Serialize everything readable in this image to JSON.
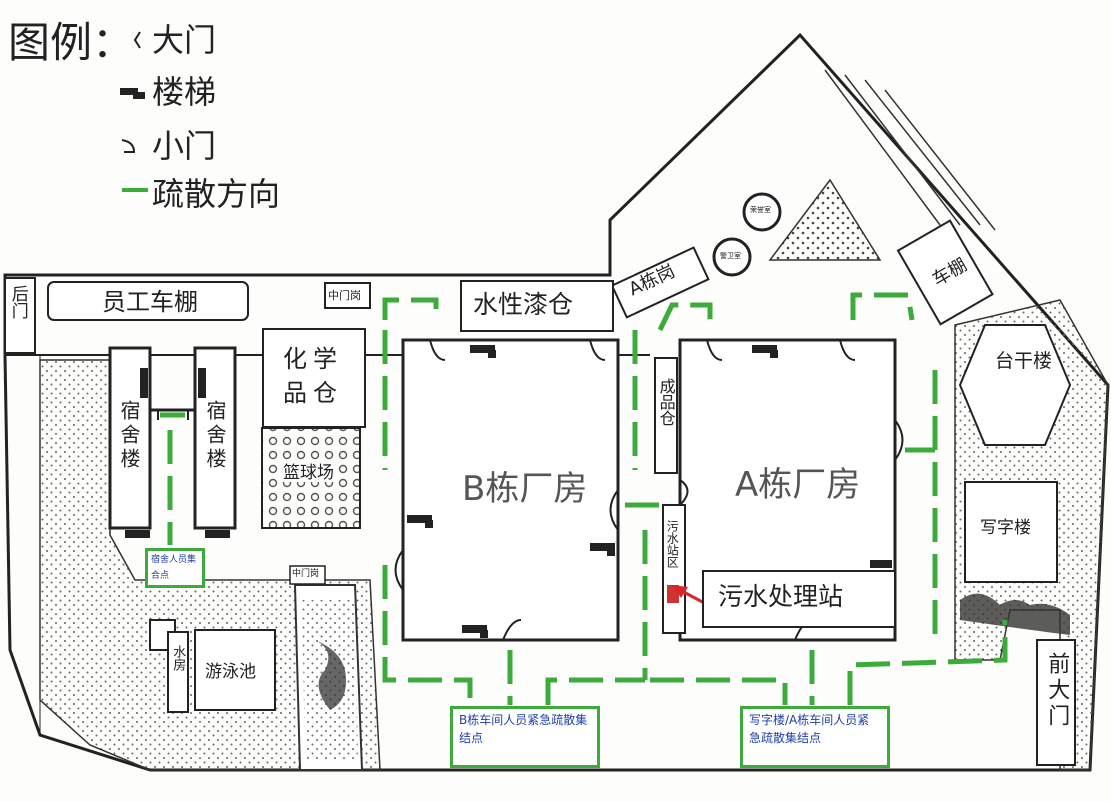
{
  "legend": {
    "title": "图例：",
    "items": [
      {
        "icon": "main-gate-icon",
        "label": "大门"
      },
      {
        "icon": "stairs-icon",
        "label": "楼梯"
      },
      {
        "icon": "small-gate-icon",
        "label": "小门"
      },
      {
        "icon": "evacuation-direction-icon",
        "label": "疏散方向"
      }
    ]
  },
  "labels": {
    "back_gate": "后门",
    "staff_shed": "员工车棚",
    "middle_gate_post": "中门岗",
    "water_paint_store": "水性漆仓",
    "a_block_post": "A栋岗",
    "chemical_store": "化学品仓",
    "basketball_court": "篮球场",
    "dorm_left": "宿舍楼",
    "dorm_right": "宿舍楼",
    "b_factory": "B栋厂房",
    "a_factory": "A栋厂房",
    "finished_store": "成品仓",
    "wastewater_vertical": "污水站区",
    "wastewater_station": "污水处理站",
    "car_shed": "车棚",
    "platform_building": "台干楼",
    "office_building": "写字楼",
    "front_gate": "前大门",
    "dorm_assembly": "宿舍人员集合点",
    "middle_gate_small": "中门岗",
    "water_pool": "水房",
    "swimming_pool": "游泳池",
    "b_assembly": "B栋车间人员紧急疏散集结点",
    "a_assembly": "写字楼/A栋车间人员紧急疏散集结点",
    "round_sign_1": "荣誉室",
    "round_sign_2": "警卫室"
  },
  "colors": {
    "evacuation": "#3cab3c",
    "wall": "#222222",
    "arrow": "#d9262c",
    "assembly_text": "#1f3fa8"
  }
}
